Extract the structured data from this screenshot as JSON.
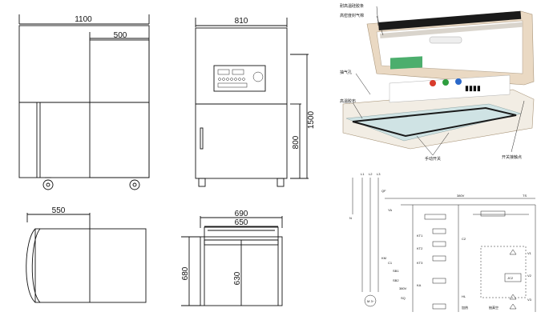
{
  "dimensions": {
    "front_width": "1100",
    "front_top_width": "500",
    "side_width": "810",
    "side_height": "1500",
    "side_lower_height": "800",
    "top_width": "550",
    "chamber_outer_width": "690",
    "chamber_inner_width": "650",
    "chamber_outer_depth": "680",
    "chamber_inner_depth": "630"
  },
  "photo_labels": {
    "top_left": "耐高温硅胶条",
    "upper_left": "高密度封气棉",
    "middle_left": "抽气孔",
    "lower_left": "高温胶布",
    "bottom_center": "手动开关",
    "bottom_right": "开关接触点"
  },
  "schematic_labels": {
    "l1": "L1",
    "l2": "L2",
    "l3": "L3",
    "n": "N",
    "qf": "QF",
    "km": "KM",
    "dp": "380V",
    "ts": "TS",
    "ya": "YA",
    "kt1": "KT1",
    "kt2": "KT2",
    "kt3": "KT3",
    "ka": "KA",
    "motor": "M 3~",
    "sb1": "SB1",
    "sb2": "SB2",
    "hl": "HL",
    "sq": "SQ",
    "c1": "C1",
    "c2": "C2",
    "ac": "380V",
    "v1": "V1",
    "v2": "V2",
    "v3": "V3",
    "jc": "JC2",
    "heat": "加热",
    "vac": "抽真空"
  },
  "colors": {
    "photo_body": "#f2ede4",
    "photo_lid": "#ead9c3",
    "panel_green": "#4cae6d",
    "button_red": "#d83b2b",
    "button_blue": "#2a68c9",
    "gasket": "#1a1a1a"
  }
}
